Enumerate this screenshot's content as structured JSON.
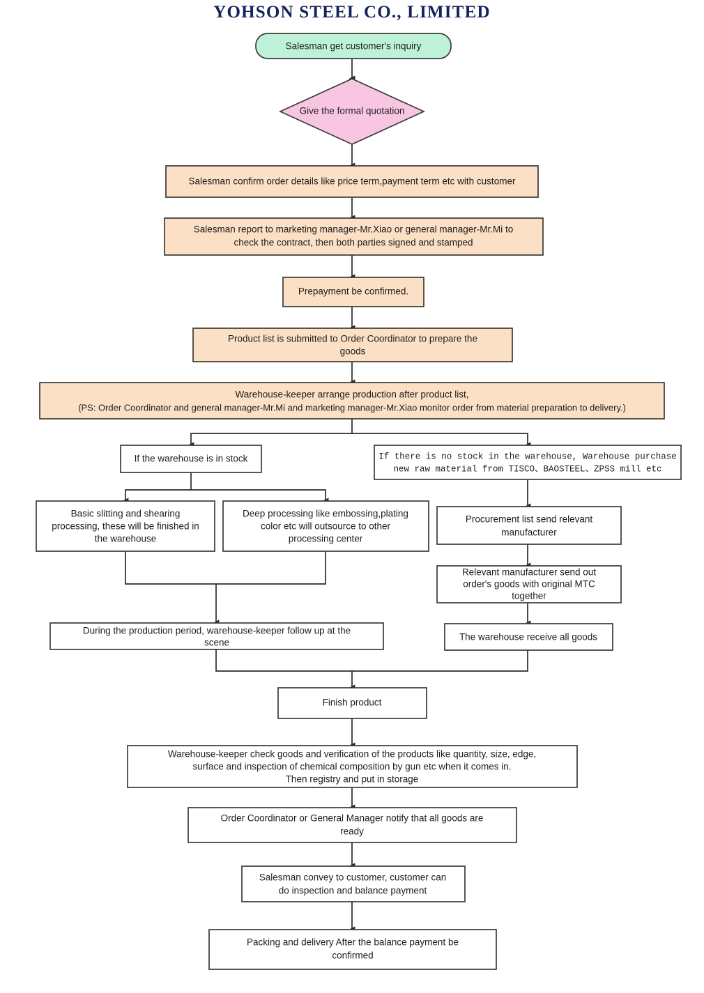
{
  "title": "YOHSON STEEL CO., LIMITED",
  "colors": {
    "title": "#13235b",
    "start_fill": "#bdf2d8",
    "decision_fill": "#f8c6e2",
    "process_fill": "#fbe0c6",
    "plain_fill": "#ffffff",
    "stroke": "#3a3a3a",
    "connector": "#2b2b2b"
  },
  "nodes": [
    {
      "id": "start",
      "shape": "rounded-rect",
      "style": "start_fill",
      "lines": [
        "Salesman get customer's inquiry"
      ]
    },
    {
      "id": "quotation",
      "shape": "diamond",
      "style": "decision_fill",
      "lines": [
        "Give the formal quotation"
      ]
    },
    {
      "id": "confirm-order",
      "shape": "rect",
      "style": "process_fill",
      "lines": [
        "Salesman confirm order details like price term,payment term etc with customer"
      ]
    },
    {
      "id": "report-manager",
      "shape": "rect",
      "style": "process_fill",
      "lines": [
        "Salesman report to marketing manager-Mr.Xiao or general manager-Mr.Mi to",
        "check the contract, then both parties signed and stamped"
      ]
    },
    {
      "id": "prepayment",
      "shape": "rect",
      "style": "process_fill",
      "lines": [
        "Prepayment be confirmed."
      ]
    },
    {
      "id": "product-list",
      "shape": "rect",
      "style": "process_fill",
      "lines": [
        "Product list is submitted to Order Coordinator to prepare the",
        "goods"
      ]
    },
    {
      "id": "warehouse-arrange",
      "shape": "rect",
      "style": "process_fill",
      "lines": [
        "Warehouse-keeper arrange production after product list,",
        "(PS: Order Coordinator and general manager-Mr.Mi and marketing manager-Mr.Xiao monitor order from material preparation to delivery.)"
      ]
    },
    {
      "id": "in-stock",
      "shape": "rect",
      "style": "plain_fill",
      "lines": [
        "If the warehouse is in stock"
      ]
    },
    {
      "id": "no-stock",
      "shape": "rect",
      "style": "plain_fill",
      "font": "mono",
      "lines": [
        "If there is no stock in the warehouse, Warehouse purchase",
        "new raw material from TISCO、BAOSTEEL、ZPSS mill etc"
      ]
    },
    {
      "id": "basic-slitting",
      "shape": "rect",
      "style": "plain_fill",
      "lines": [
        "Basic slitting and shearing",
        "processing, these will be finished in",
        "the warehouse"
      ]
    },
    {
      "id": "deep-processing",
      "shape": "rect",
      "style": "plain_fill",
      "lines": [
        "Deep processing like embossing,plating",
        "color etc will outsource to other",
        "processing center"
      ]
    },
    {
      "id": "procurement-list",
      "shape": "rect",
      "style": "plain_fill",
      "lines": [
        "Procurement list send relevant",
        "manufacturer"
      ]
    },
    {
      "id": "manufacturer-send",
      "shape": "rect",
      "style": "plain_fill",
      "lines": [
        "Relevant manufacturer send out",
        "order's goods with original MTC",
        "together"
      ]
    },
    {
      "id": "production-follow",
      "shape": "rect",
      "style": "plain_fill",
      "lines": [
        "During the production period, warehouse-keeper follow up at the",
        "scene"
      ]
    },
    {
      "id": "receive-goods",
      "shape": "rect",
      "style": "plain_fill",
      "lines": [
        "The warehouse receive all goods"
      ]
    },
    {
      "id": "finish-product",
      "shape": "rect",
      "style": "plain_fill",
      "lines": [
        "Finish product"
      ]
    },
    {
      "id": "check-goods",
      "shape": "rect",
      "style": "plain_fill",
      "lines": [
        "Warehouse-keeper check goods and verification of the products like quantity, size, edge,",
        "surface and inspection of chemical composition by gun etc when it comes in.",
        "Then registry and put in storage"
      ]
    },
    {
      "id": "notify-ready",
      "shape": "rect",
      "style": "plain_fill",
      "lines": [
        "Order Coordinator or General Manager notify that all goods are",
        "ready"
      ]
    },
    {
      "id": "convey-customer",
      "shape": "rect",
      "style": "plain_fill",
      "lines": [
        "Salesman convey to customer, customer can",
        "do inspection and balance payment"
      ]
    },
    {
      "id": "packing-delivery",
      "shape": "rect",
      "style": "plain_fill",
      "lines": [
        "Packing and delivery After the balance payment be",
        "confirmed"
      ]
    }
  ]
}
